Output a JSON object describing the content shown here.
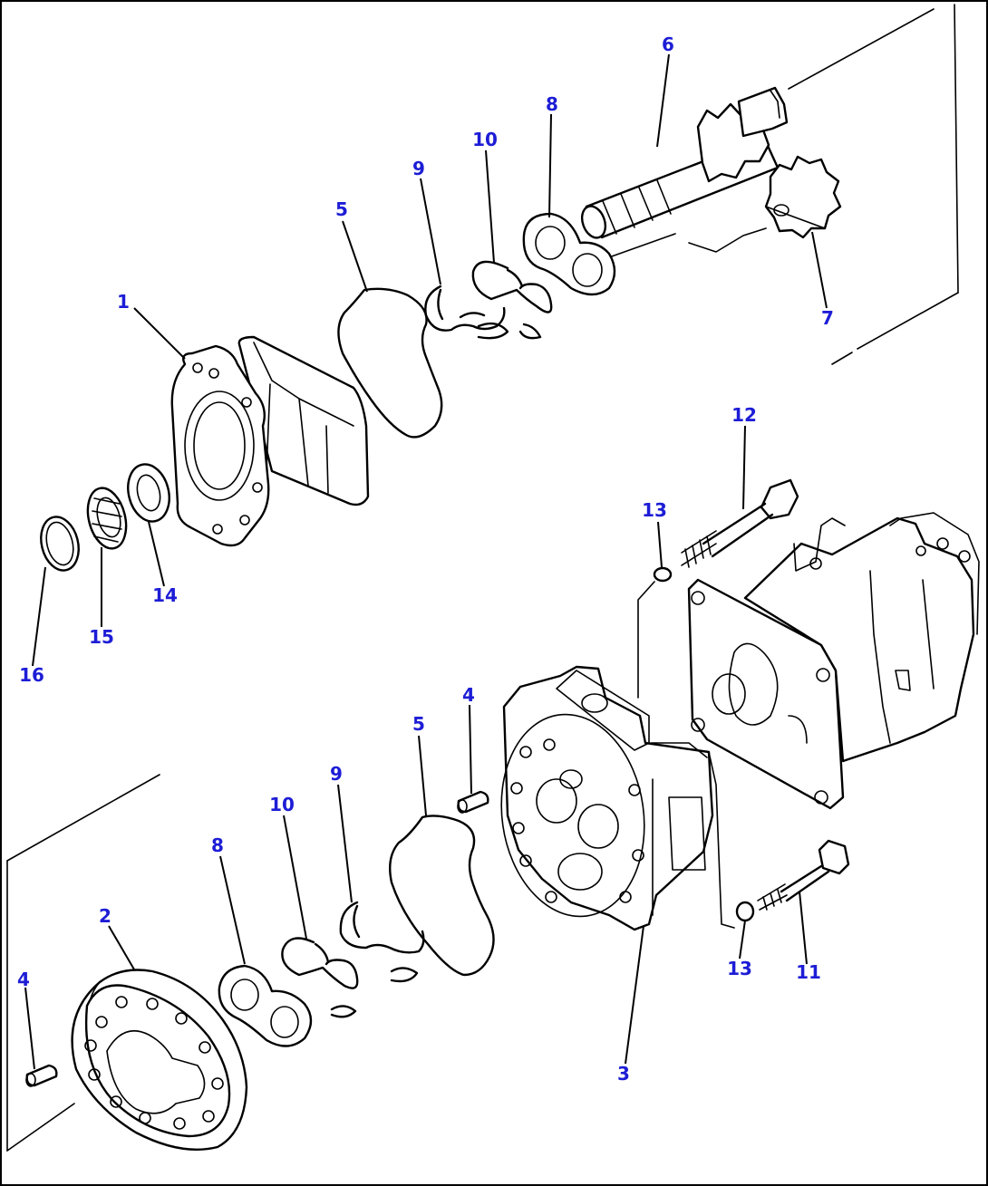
{
  "colors": {
    "line": "#000000",
    "callout": "#1d1dd6",
    "background": "#ffffff"
  },
  "callouts": [
    {
      "id": "c1",
      "label": "1"
    },
    {
      "id": "c2",
      "label": "2"
    },
    {
      "id": "c3",
      "label": "3"
    },
    {
      "id": "c4a",
      "label": "4"
    },
    {
      "id": "c4b",
      "label": "4"
    },
    {
      "id": "c5a",
      "label": "5"
    },
    {
      "id": "c5b",
      "label": "5"
    },
    {
      "id": "c6",
      "label": "6"
    },
    {
      "id": "c7",
      "label": "7"
    },
    {
      "id": "c8a",
      "label": "8"
    },
    {
      "id": "c8b",
      "label": "8"
    },
    {
      "id": "c9a",
      "label": "9"
    },
    {
      "id": "c9b",
      "label": "9"
    },
    {
      "id": "c10a",
      "label": "10"
    },
    {
      "id": "c10b",
      "label": "10"
    },
    {
      "id": "c11",
      "label": "11"
    },
    {
      "id": "c12",
      "label": "12"
    },
    {
      "id": "c13a",
      "label": "13"
    },
    {
      "id": "c13b",
      "label": "13"
    },
    {
      "id": "c14",
      "label": "14"
    },
    {
      "id": "c15",
      "label": "15"
    },
    {
      "id": "c16",
      "label": "16"
    }
  ]
}
